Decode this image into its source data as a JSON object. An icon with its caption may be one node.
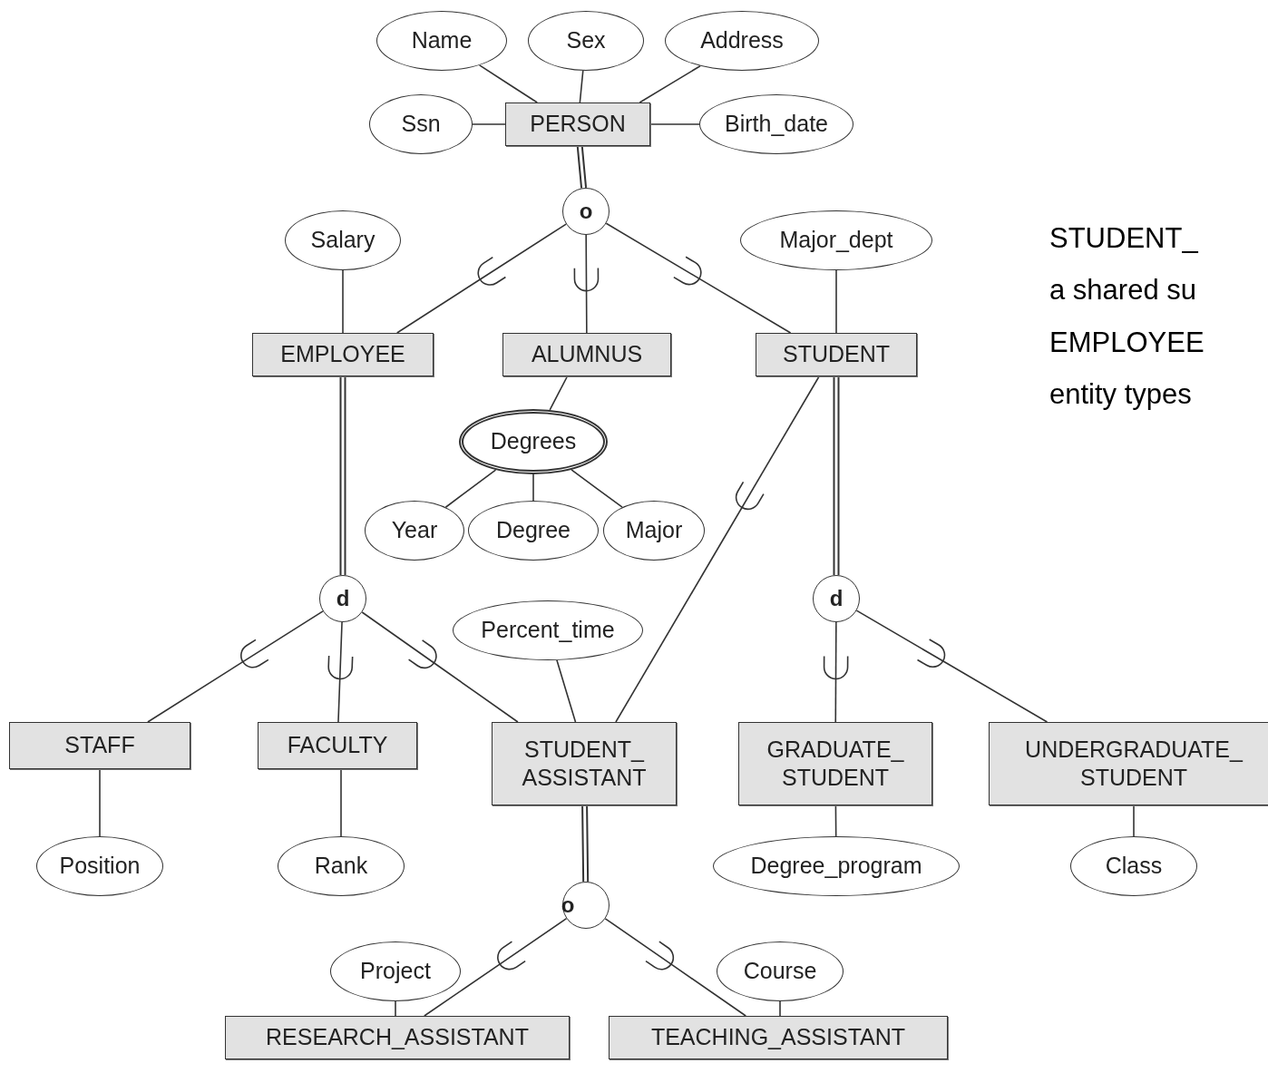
{
  "diagram": {
    "nodes": [
      {
        "text": [
          "PERSON"
        ]
      },
      {
        "text": [
          "Name"
        ]
      },
      {
        "text": [
          "Sex"
        ]
      },
      {
        "text": [
          "Address"
        ]
      },
      {
        "text": [
          "Ssn"
        ]
      },
      {
        "text": [
          "Birth_date"
        ]
      },
      {
        "text": [
          "o"
        ]
      },
      {
        "text": [
          "Salary"
        ]
      },
      {
        "text": [
          "EMPLOYEE"
        ]
      },
      {
        "text": [
          "ALUMNUS"
        ]
      },
      {
        "text": [
          "STUDENT"
        ]
      },
      {
        "text": [
          "Major_dept"
        ]
      },
      {
        "text": [
          "Degrees"
        ]
      },
      {
        "text": [
          "Year"
        ]
      },
      {
        "text": [
          "Degree"
        ]
      },
      {
        "text": [
          "Major"
        ]
      },
      {
        "text": [
          "d"
        ]
      },
      {
        "text": [
          "d"
        ]
      },
      {
        "text": [
          "Percent_time"
        ]
      },
      {
        "text": [
          "STAFF"
        ]
      },
      {
        "text": [
          "FACULTY"
        ]
      },
      {
        "text": [
          "STUDENT_ ASSISTANT"
        ]
      },
      {
        "text": [
          "GRADUATE_ STUDENT"
        ]
      },
      {
        "text": [
          "UNDERGRADUATE_ STUDENT"
        ]
      },
      {
        "text": [
          "Position"
        ]
      },
      {
        "text": [
          "Rank"
        ]
      },
      {
        "text": [
          "Degree_program"
        ]
      },
      {
        "text": [
          "Class"
        ]
      },
      {
        "text": [
          "o"
        ]
      },
      {
        "text": [
          "Project"
        ]
      },
      {
        "text": [
          "Course"
        ]
      },
      {
        "text": [
          "RESEARCH_ASSISTANT"
        ]
      },
      {
        "text": [
          "TEACHING_ASSISTANT"
        ]
      }
    ],
    "edges": [
      {
        "from": 1,
        "to": 0,
        "arrow": "none"
      },
      {
        "from": 2,
        "to": 0,
        "arrow": "none"
      },
      {
        "from": 3,
        "to": 0,
        "arrow": "none"
      },
      {
        "from": 4,
        "to": 0,
        "arrow": "none"
      },
      {
        "from": 5,
        "to": 0,
        "arrow": "none"
      },
      {
        "from": 0,
        "to": 6,
        "arrow": "none",
        "style": "thick"
      },
      {
        "from": 6,
        "to": 8,
        "arrow": "none"
      },
      {
        "from": 6,
        "to": 9,
        "arrow": "none"
      },
      {
        "from": 6,
        "to": 10,
        "arrow": "none"
      },
      {
        "from": 7,
        "to": 8,
        "arrow": "none"
      },
      {
        "from": 11,
        "to": 10,
        "arrow": "none"
      },
      {
        "from": 9,
        "to": 12,
        "arrow": "none"
      },
      {
        "from": 12,
        "to": 13,
        "arrow": "none"
      },
      {
        "from": 12,
        "to": 14,
        "arrow": "none"
      },
      {
        "from": 12,
        "to": 15,
        "arrow": "none"
      },
      {
        "from": 8,
        "to": 16,
        "arrow": "none",
        "style": "thick"
      },
      {
        "from": 10,
        "to": 17,
        "arrow": "none",
        "style": "thick"
      },
      {
        "from": 10,
        "to": 21,
        "arrow": "none"
      },
      {
        "from": 16,
        "to": 19,
        "arrow": "none"
      },
      {
        "from": 16,
        "to": 20,
        "arrow": "none"
      },
      {
        "from": 16,
        "to": 21,
        "arrow": "none"
      },
      {
        "from": 18,
        "to": 21,
        "arrow": "none"
      },
      {
        "from": 17,
        "to": 22,
        "arrow": "none"
      },
      {
        "from": 17,
        "to": 23,
        "arrow": "none"
      },
      {
        "from": 19,
        "to": 24,
        "arrow": "none"
      },
      {
        "from": 20,
        "to": 25,
        "arrow": "none"
      },
      {
        "from": 22,
        "to": 26,
        "arrow": "none"
      },
      {
        "from": 23,
        "to": 27,
        "arrow": "none"
      },
      {
        "from": 21,
        "to": 28,
        "arrow": "none",
        "style": "thick"
      },
      {
        "from": 28,
        "to": 31,
        "arrow": "none"
      },
      {
        "from": 28,
        "to": 32,
        "arrow": "none"
      },
      {
        "from": 29,
        "to": 31,
        "arrow": "none"
      },
      {
        "from": 30,
        "to": 32,
        "arrow": "none"
      }
    ],
    "labels": [
      "STUDENT_",
      "a shared su",
      "EMPLOYEE",
      "entity types"
    ]
  }
}
